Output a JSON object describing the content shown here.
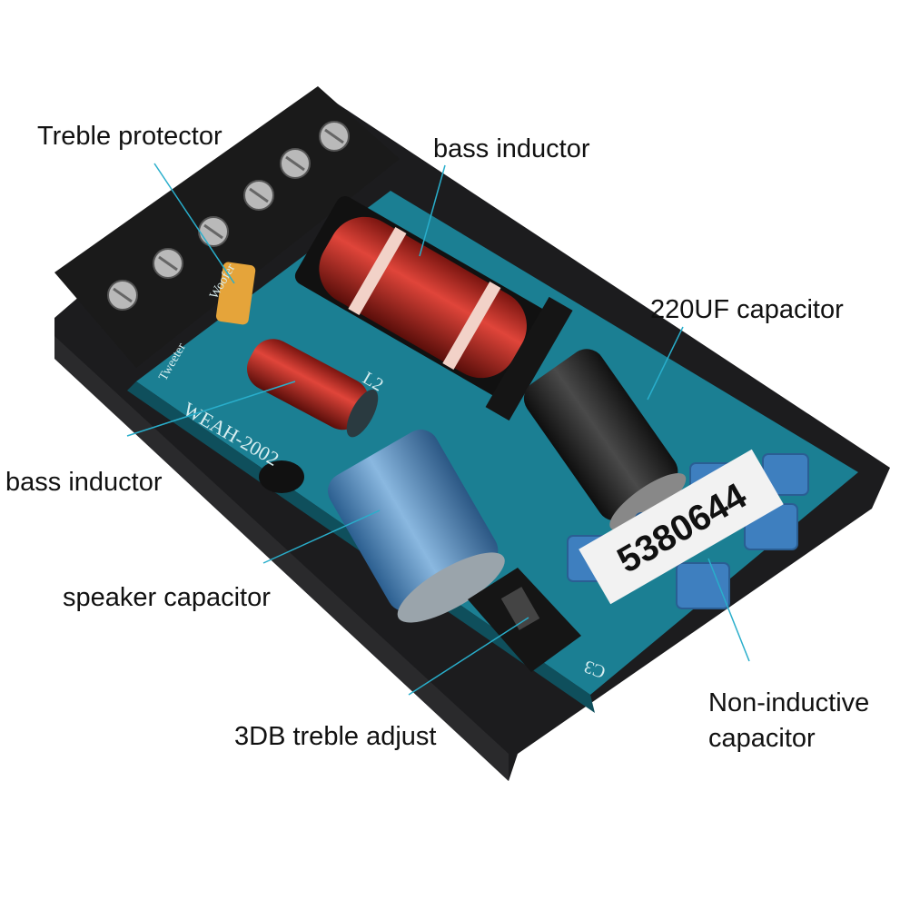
{
  "labels": {
    "treble_protector": "Treble protector",
    "bass_inductor_top": "bass inductor",
    "capacitor_220uf": "220UF capacitor",
    "bass_inductor_left": "bass inductor",
    "speaker_capacitor": "speaker capacitor",
    "treble_adjust": "3DB treble adjust",
    "non_inductive_line1": "Non-inductive",
    "non_inductive_line2": "capacitor"
  },
  "board_markings": {
    "model": "WEAH-2002",
    "tweeter": "Tweeter",
    "woofer": "Woofer",
    "l2": "L2",
    "c3": "C3",
    "sticker": "5380644"
  },
  "colors": {
    "leader_line": "#29aecb",
    "pcb": "#1b7f93",
    "case": "#1c1c1e",
    "copper": "#c8281e",
    "cap_blue": "#4f8fc4"
  }
}
